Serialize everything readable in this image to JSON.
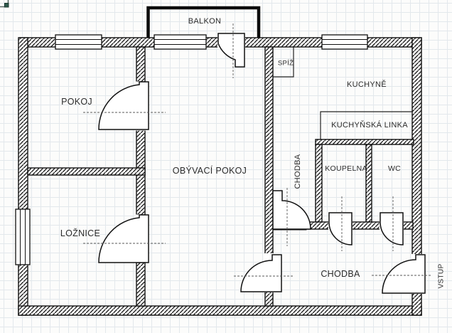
{
  "floorplan": {
    "title": "apartment-floor-plan",
    "labels": {
      "balkon": "BALKON",
      "pokoj": "POKOJ",
      "obyvaci_pokoj": "OBÝVACÍ POKOJ",
      "loznice": "LOŽNICE",
      "spiz": "SPÍŽ",
      "kuchyne": "KUCHYNĚ",
      "kuchynska_linka": "KUCHYŇSKÁ LINKA",
      "chodba_vertical": "CHODBA",
      "koupelna": "KOUPELNA",
      "wc": "WC",
      "chodba": "CHODBA",
      "vstup": "VSTUP"
    },
    "colors": {
      "wall": "#111111",
      "balcony": "#0c0c0c",
      "grid": "#e3e8ec",
      "text": "#2b2b2b",
      "corner_icon": "#2e5a4c"
    }
  }
}
